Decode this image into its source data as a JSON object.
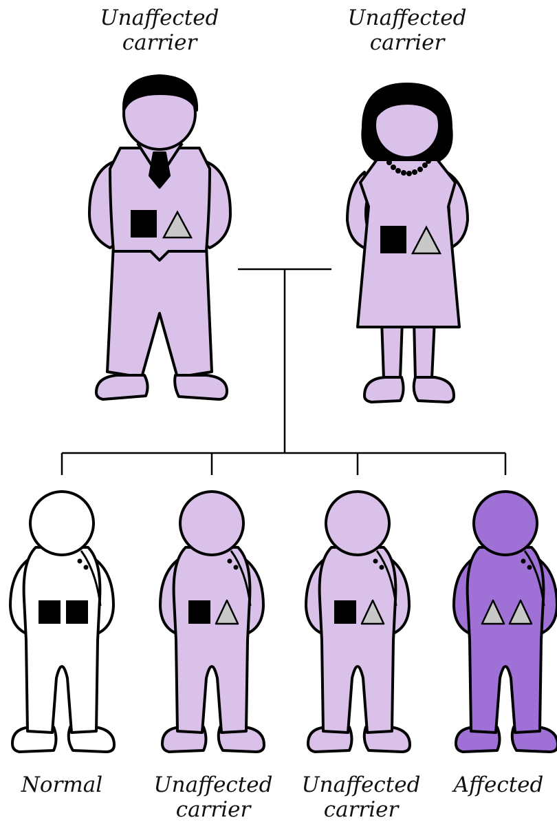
{
  "colors": {
    "unaffected": "#d9c1ea",
    "affected": "#9f71d6",
    "normal": "#ffffff",
    "outline": "#000000",
    "dominant_allele": "#000000",
    "recessive_allele": "#c8c8c8",
    "hair": "#000000"
  },
  "parents": [
    {
      "id": "father",
      "label_line1": "Unaffected",
      "label_line2": "carrier",
      "alleles": [
        "square",
        "triangle"
      ]
    },
    {
      "id": "mother",
      "label_line1": "Unaffected",
      "label_line2": "carrier",
      "alleles": [
        "square",
        "triangle"
      ]
    }
  ],
  "children": [
    {
      "id": "child1",
      "label_line1": "Normal",
      "label_line2": "",
      "status": "normal",
      "alleles": [
        "square",
        "square"
      ]
    },
    {
      "id": "child2",
      "label_line1": "Unaffected",
      "label_line2": "carrier",
      "status": "unaffected",
      "alleles": [
        "square",
        "triangle"
      ]
    },
    {
      "id": "child3",
      "label_line1": "Unaffected",
      "label_line2": "carrier",
      "status": "unaffected",
      "alleles": [
        "square",
        "triangle"
      ]
    },
    {
      "id": "child4",
      "label_line1": "Affected",
      "label_line2": "",
      "status": "affected",
      "alleles": [
        "triangle",
        "triangle"
      ]
    }
  ]
}
